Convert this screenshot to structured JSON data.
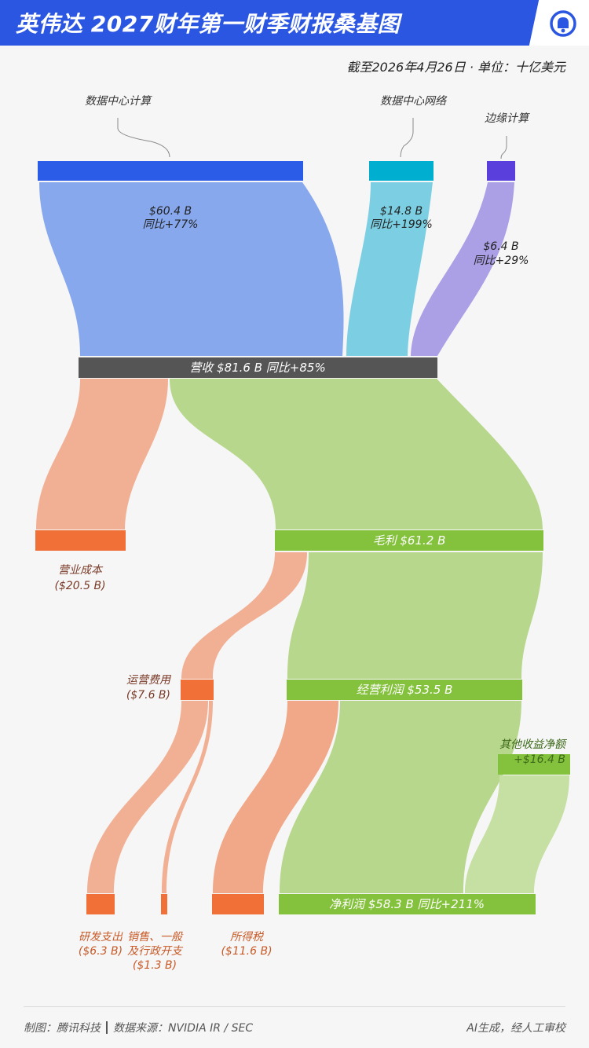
{
  "header": {
    "title": "英伟达 2027财年第一财季财报桑基图",
    "logo_icon": "tencent-news-bell-icon"
  },
  "subtitle": "截至2026年4月26日 · 单位：十亿美元",
  "colors": {
    "header_bg": "#2b56e2",
    "revenue_bar": "#555555",
    "profit_bar": "#84c13c",
    "cost_bar": "#f07038",
    "datacenter_compute": "#2a5ce8",
    "datacenter_network": "#00aed0",
    "edge_compute": "#5a3fdc"
  },
  "sankey": {
    "sources": [
      {
        "name": "数据中心计算",
        "value_text": "$60.4 B",
        "yoy_text": "同比+77%"
      },
      {
        "name": "数据中心网络",
        "value_text": "$14.8 B",
        "yoy_text": "同比+199%"
      },
      {
        "name": "边缘计算",
        "value_text": "$6.4 B",
        "yoy_text": "同比+29%"
      }
    ],
    "revenue": {
      "label": "营收 $81.6 B 同比+85%"
    },
    "cost_of_revenue": {
      "name": "营业成本",
      "value_text": "($20.5 B)"
    },
    "gross_profit": {
      "label": "毛利 $61.2 B"
    },
    "operating_expenses": {
      "name": "运营费用",
      "value_text": "($7.6 B)"
    },
    "operating_income": {
      "label": "经营利润 $53.5 B"
    },
    "rd": {
      "name": "研发支出",
      "value_text": "($6.3 B)"
    },
    "sga": {
      "name_line1": "销售、一般",
      "name_line2": "及行政开支",
      "value_text": "($1.3 B)"
    },
    "income_tax": {
      "name": "所得税",
      "value_text": "($11.6 B)"
    },
    "other_income": {
      "name": "其他收益净额",
      "value_text": "+$16.4 B"
    },
    "net_income": {
      "label": "净利润 $58.3 B 同比+211%"
    }
  },
  "footer": {
    "credit": "制图：腾讯科技",
    "source": "数据来源：NVIDIA IR / SEC",
    "note": "AI生成，经人工审校"
  }
}
